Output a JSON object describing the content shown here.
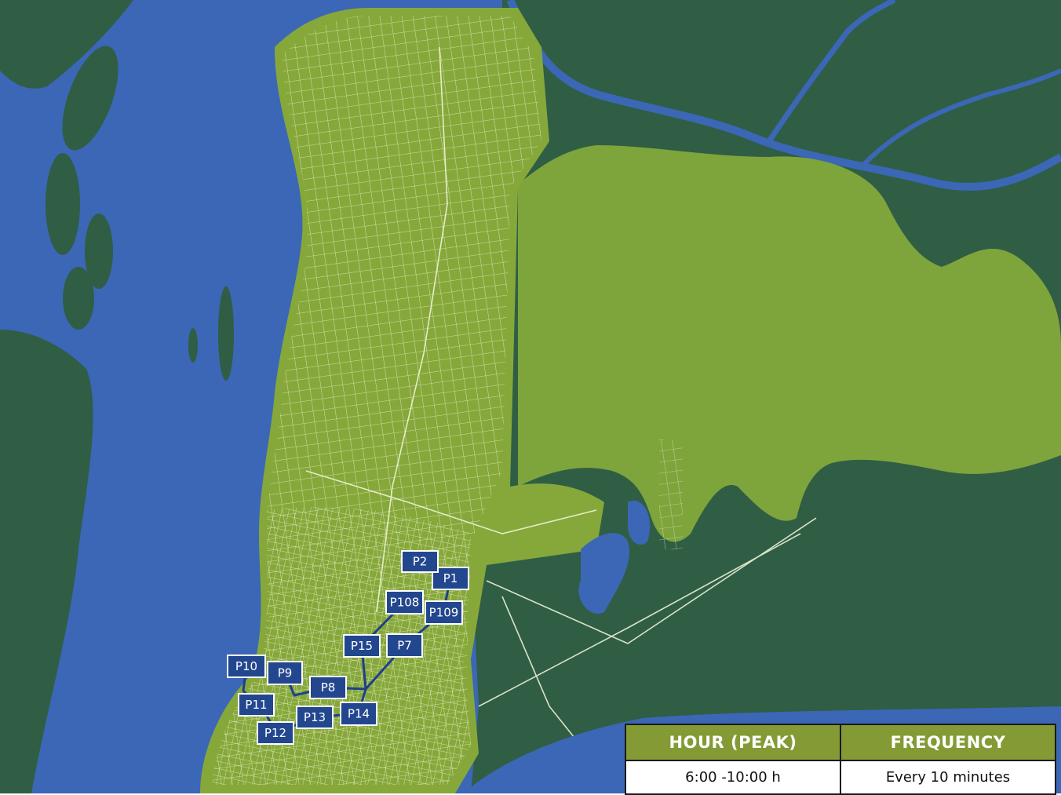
{
  "map": {
    "colors": {
      "water": "#3b67b6",
      "forest": "#2f5e45",
      "city_land": "#86a83a",
      "peninsula_land": "#7ea43c",
      "streets": "#e4ecc6",
      "route": "#1f3f8c",
      "marker_fill": "#23478f",
      "marker_border": "#ffffff"
    },
    "stops": [
      {
        "id": "P1",
        "label": "P1"
      },
      {
        "id": "P2",
        "label": "P2"
      },
      {
        "id": "P108",
        "label": "P108"
      },
      {
        "id": "P109",
        "label": "P109"
      },
      {
        "id": "P15",
        "label": "P15"
      },
      {
        "id": "P7",
        "label": "P7"
      },
      {
        "id": "P10",
        "label": "P10"
      },
      {
        "id": "P9",
        "label": "P9"
      },
      {
        "id": "P8",
        "label": "P8"
      },
      {
        "id": "P11",
        "label": "P11"
      },
      {
        "id": "P13",
        "label": "P13"
      },
      {
        "id": "P14",
        "label": "P14"
      },
      {
        "id": "P12",
        "label": "P12"
      }
    ]
  },
  "schedule_table": {
    "headers": [
      "HOUR (PEAK)",
      "FREQUENCY"
    ],
    "rows": [
      [
        "6:00 -10:00 h",
        "Every 10 minutes"
      ]
    ]
  }
}
